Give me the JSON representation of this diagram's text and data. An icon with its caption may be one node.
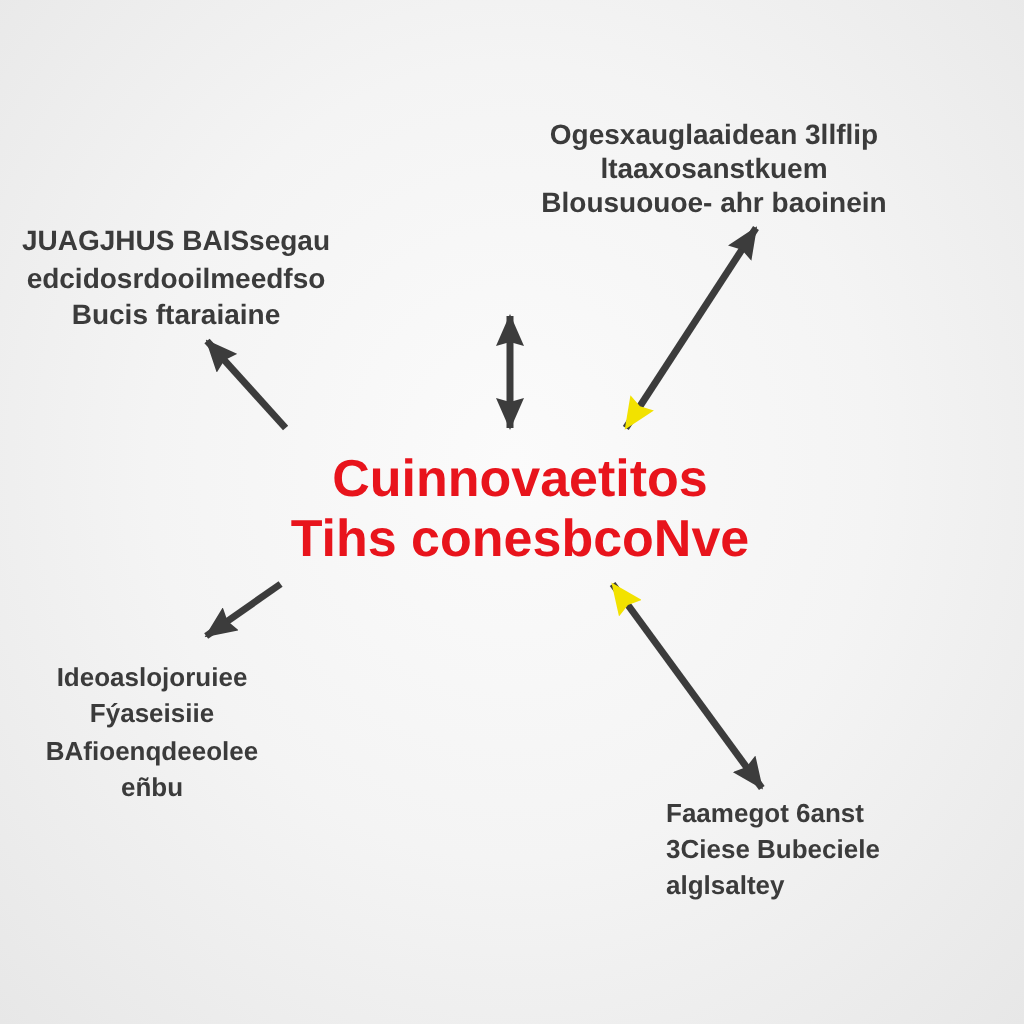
{
  "diagram": {
    "nodes": [
      {
        "text": [
          "JUAGJHUS BAISsegau edcidosrdooilmeedfso Bucis ftaraiaine"
        ]
      },
      {
        "text": [
          "Ogesxauglaaidean 3llflip ltaaxosanstkuem Blousuouoe- ahr baoinein"
        ]
      },
      {
        "text": [
          "Cuinnovaetitos Tihs conesbcoNve"
        ]
      },
      {
        "text": [
          "Ideoaslojoruiee Fýaseisiie BAfioenqdeeolee eñbu"
        ]
      },
      {
        "text": [
          "Faamegot 6anst 3Ciese Bubeciele alglsaltey"
        ]
      }
    ],
    "edges": [
      {
        "from": 2,
        "to": 0,
        "arrow": "to"
      },
      {
        "from": null,
        "to": 2,
        "arrow": "both"
      },
      {
        "from": 2,
        "to": 1,
        "arrow": "both"
      },
      {
        "from": 2,
        "to": 3,
        "arrow": "to"
      },
      {
        "from": 2,
        "to": 4,
        "arrow": "both"
      }
    ]
  }
}
